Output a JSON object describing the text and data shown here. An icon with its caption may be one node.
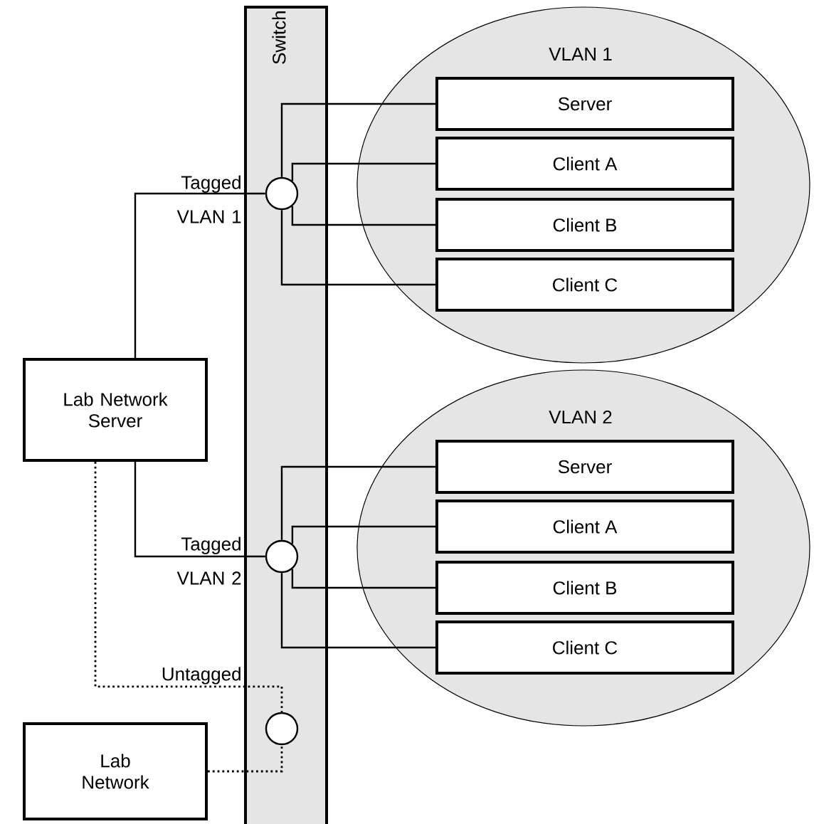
{
  "diagram": {
    "nodes": [
      {
        "text": [
          "Switch"
        ]
      },
      {
        "text": [
          "VLAN 1"
        ]
      },
      {
        "text": [
          "Server"
        ],
        "in": 1
      },
      {
        "text": [
          "Client A"
        ],
        "in": 1
      },
      {
        "text": [
          "Client B"
        ],
        "in": 1
      },
      {
        "text": [
          "Client C"
        ],
        "in": 1
      },
      {
        "text": [
          "VLAN 2"
        ]
      },
      {
        "text": [
          "Server"
        ],
        "in": 6
      },
      {
        "text": [
          "Client A"
        ],
        "in": 6
      },
      {
        "text": [
          "Client B"
        ],
        "in": 6
      },
      {
        "text": [
          "Client C"
        ],
        "in": 6
      },
      {
        "text": [
          "Lab Network Server"
        ]
      },
      {
        "text": [
          "Lab Network"
        ]
      },
      {
        "text": [],
        "shape": "circle",
        "in": 0
      },
      {
        "text": [],
        "shape": "circle",
        "in": 0
      },
      {
        "text": [],
        "shape": "circle",
        "in": 0
      }
    ],
    "edges": [
      {
        "from": 11,
        "to": 13,
        "arrow": "none",
        "label": "Tagged VLAN 1"
      },
      {
        "from": 13,
        "to": 2,
        "arrow": "none"
      },
      {
        "from": 13,
        "to": 3,
        "arrow": "none"
      },
      {
        "from": 13,
        "to": 4,
        "arrow": "none"
      },
      {
        "from": 13,
        "to": 5,
        "arrow": "none"
      },
      {
        "from": 11,
        "to": 14,
        "arrow": "none",
        "label": "Tagged VLAN 2"
      },
      {
        "from": 14,
        "to": 7,
        "arrow": "none"
      },
      {
        "from": 14,
        "to": 8,
        "arrow": "none"
      },
      {
        "from": 14,
        "to": 9,
        "arrow": "none"
      },
      {
        "from": 14,
        "to": 10,
        "arrow": "none"
      },
      {
        "from": 11,
        "to": 15,
        "arrow": "none",
        "label": "Untagged",
        "style": "dashed"
      },
      {
        "from": 12,
        "to": 15,
        "arrow": "none",
        "style": "dashed"
      }
    ]
  }
}
